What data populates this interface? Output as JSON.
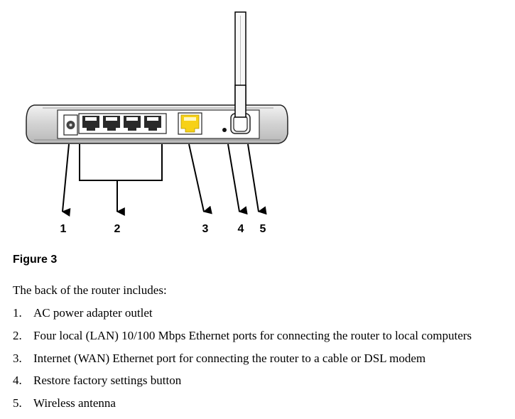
{
  "callouts": [
    "1",
    "2",
    "3",
    "4",
    "5"
  ],
  "figure": {
    "caption": "Figure 3"
  },
  "description": {
    "intro": "The back of the router includes:",
    "items": [
      {
        "num": "1.",
        "text": "AC power adapter outlet"
      },
      {
        "num": "2.",
        "text": "Four local (LAN) 10/100 Mbps Ethernet ports for connecting the router to local computers"
      },
      {
        "num": "3.",
        "text": "Internet (WAN) Ethernet port for connecting the router to a cable or DSL modem"
      },
      {
        "num": "4.",
        "text": "Restore factory settings button"
      },
      {
        "num": "5.",
        "text": "Wireless antenna"
      }
    ]
  },
  "colors": {
    "wan_port": "#f7d117",
    "router_body": "#d4d4d4",
    "ink": "#000000"
  }
}
